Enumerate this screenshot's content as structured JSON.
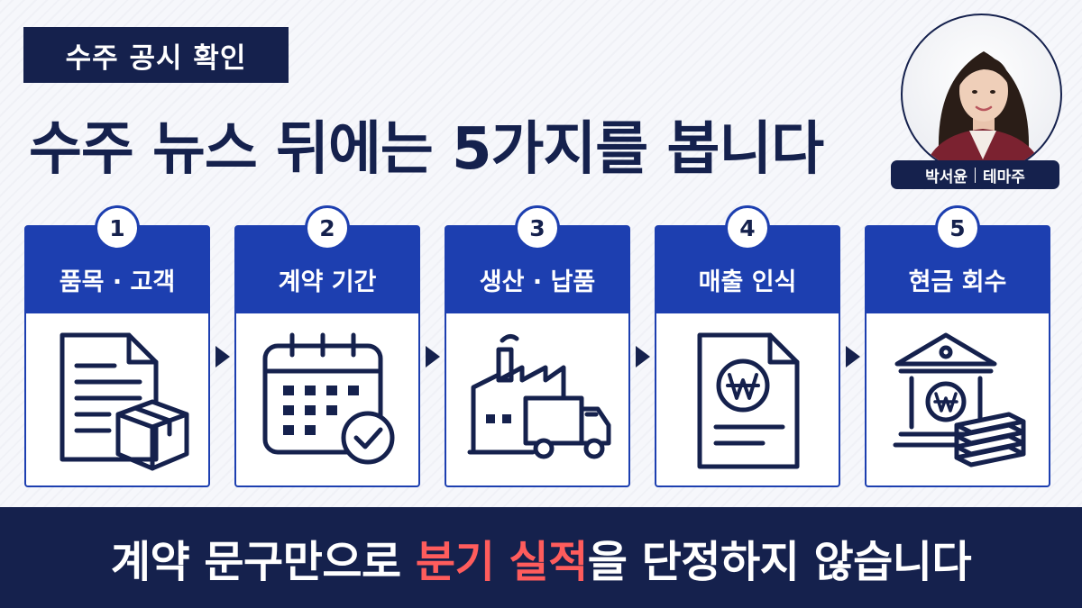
{
  "tag": "수주 공시 확인",
  "headline": "수주 뉴스 뒤에는 5가지를 봅니다",
  "presenter": {
    "name": "박서윤",
    "role": "테마주"
  },
  "steps": [
    {
      "number": "1",
      "title": "품목 · 고객",
      "icon": "document-box-icon"
    },
    {
      "number": "2",
      "title": "계약 기간",
      "icon": "calendar-check-icon"
    },
    {
      "number": "3",
      "title": "생산 · 납품",
      "icon": "factory-truck-icon"
    },
    {
      "number": "4",
      "title": "매출 인식",
      "icon": "won-invoice-icon"
    },
    {
      "number": "5",
      "title": "현금 회수",
      "icon": "bank-money-icon"
    }
  ],
  "banner": {
    "before": "계약 문구만으로 ",
    "highlight": "분기 실적",
    "after": "을 단정하지 않습니다"
  },
  "colors": {
    "navy": "#15214d",
    "accent_blue": "#1d3fb0",
    "highlight_red": "#ff5c5c",
    "background": "#f6f7fb"
  }
}
